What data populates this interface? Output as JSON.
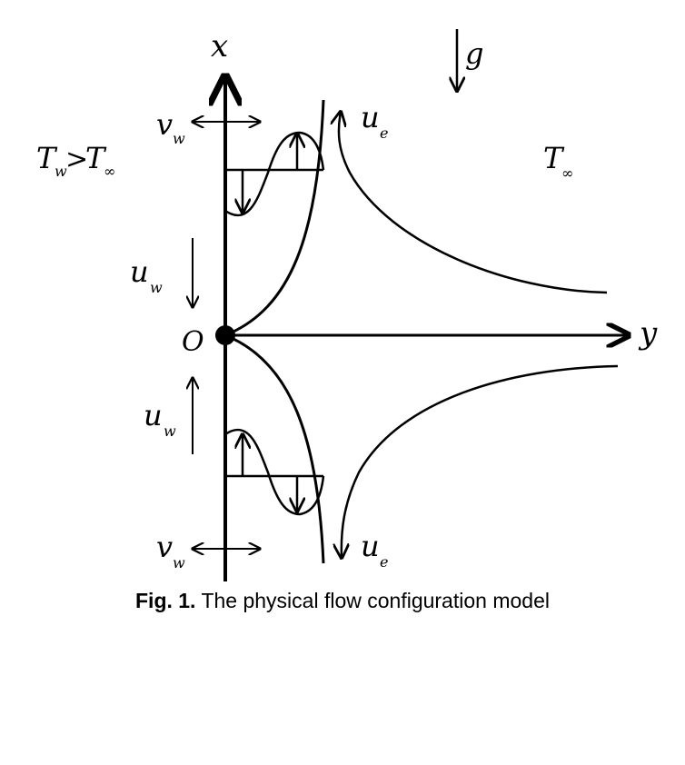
{
  "figure": {
    "axis_x_label": "x",
    "axis_y_label": "y",
    "origin_label": "O",
    "gravity_label": "g",
    "wall_temp": {
      "main": "T",
      "sub": "w"
    },
    "wall_temp_relation": ">",
    "ambient_temp": {
      "main": "T",
      "sub": "∞"
    },
    "v_wall": {
      "main": "v",
      "sub": "w"
    },
    "u_wall": {
      "main": "u",
      "sub": "w"
    },
    "u_edge": {
      "main": "u",
      "sub": "e"
    }
  },
  "caption": {
    "prefix": "Fig. 1.",
    "text": "The physical flow configuration model"
  }
}
